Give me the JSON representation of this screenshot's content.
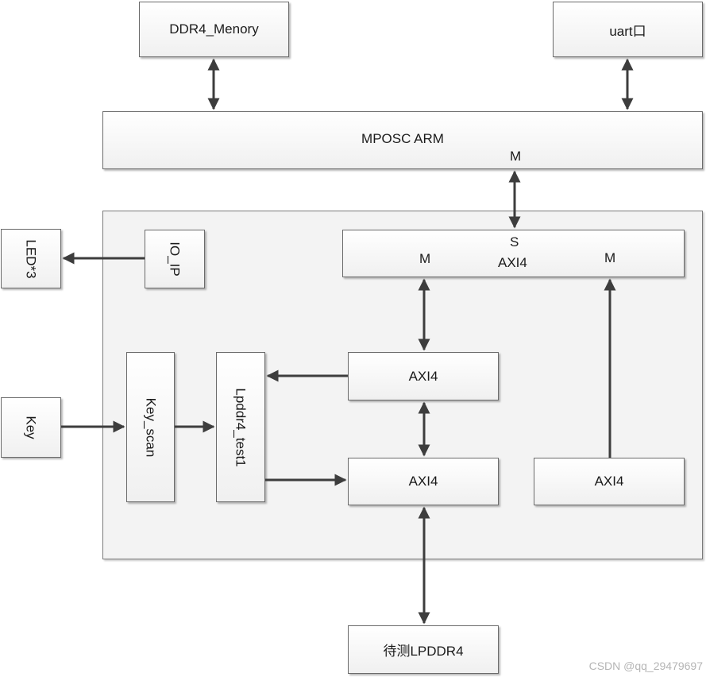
{
  "blocks": {
    "ddr4": "DDR4_Menory",
    "uart": "uart口",
    "mposc": "MPOSC ARM",
    "mposc_port": "M",
    "led": "LED*3",
    "io_ip": "IO_IP",
    "axi_top_s": "S",
    "axi_top_label": "AXI4",
    "axi_top_m_left": "M",
    "axi_top_m_right": "M",
    "key": "Key",
    "key_scan": "Key_scan",
    "lpddr4_test": "Lpddr4_test1",
    "axi_mid": "AXI4",
    "axi_low": "AXI4",
    "axi_right": "AXI4",
    "dut": "待测LPDDR4"
  },
  "watermark": "CSDN @qq_29479697",
  "colors": {
    "line": "#3d3d3d",
    "border": "#6b6b6b",
    "group_fill": "#f3f3f3"
  }
}
